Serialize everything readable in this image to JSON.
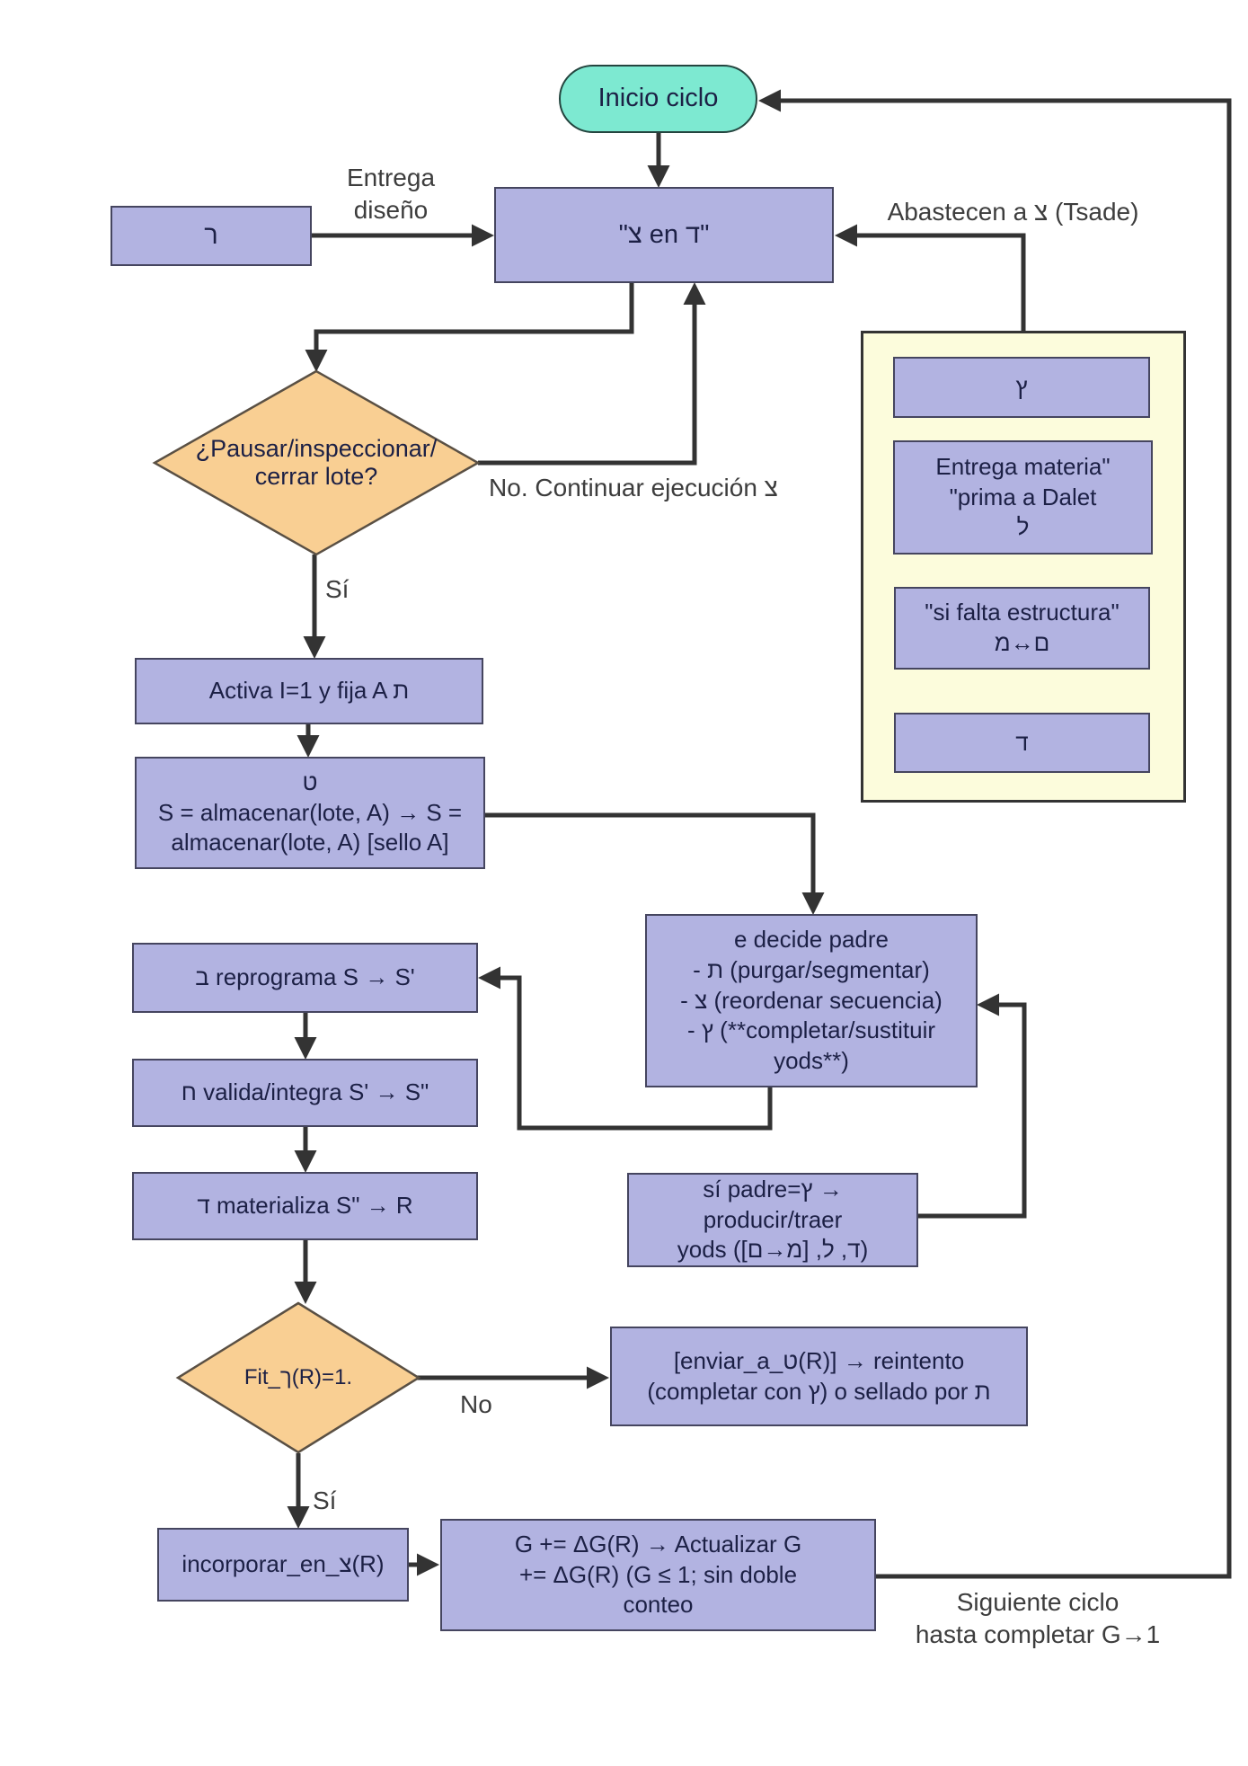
{
  "colors": {
    "process_fill": "#b2b3e1",
    "process_border": "#45455f",
    "decision_fill": "#f9cf93",
    "decision_border": "#5a5044",
    "start_fill": "#7de9d1",
    "start_border": "#24453f",
    "group_fill": "#fcfcdc",
    "line": "#333333",
    "text": "#1c2045",
    "label_text": "#3d3d3d"
  },
  "nodes": {
    "start": "Inicio ciclo",
    "design": "\"צ en ד\"",
    "resh": "ר",
    "pause_decision": "¿Pausar/inspeccionar/\ncerrar lote?",
    "activate": "Activa I=1 y fija A ת",
    "tet": "ט\nS = almacenar(lote, A) → S =\nalmacenar(lote, A) [sello A]",
    "decide": "e decide padre\n- ת (purgar/segmentar)\n- צ (reordenar secuencia)\n- ץ (**completar/sustituir\nyods**)",
    "reprogram": "ב reprograma S → S'",
    "validate": "ח valida/integra S' → S\"",
    "materialize": "ד materializa S\" → R",
    "yods_feedback": "sí padre=ץ → producir/traer\nyods (ד, ל, [מ→ם])",
    "fit_decision": "Fit_ך(R)=1.",
    "retry": "[enviar_a_ט(R)] → reintento\n(completar con ץ) o sellado por ת",
    "incorporate": "incorporar_en_צ(R)",
    "update": "G += ΔG(R) → Actualizar G\n+= ΔG(R) (G ≤ 1; sin doble\nconteo"
  },
  "group_items": [
    "ץ",
    "Entrega materia\"\n\"prima a Dalet\nל",
    "\"si falta estructura\"\nם↔מ",
    "ד"
  ],
  "labels": {
    "entrega_diseno": "Entrega\ndiseño",
    "abastecen": "Abastecen a צ (Tsade)",
    "no_continuar": "No. Continuar ejecución צ",
    "si_1": "Sí",
    "no_2": "No",
    "si_2": "Sí",
    "siguiente": "Siguiente ciclo\nhasta completar G→1"
  }
}
